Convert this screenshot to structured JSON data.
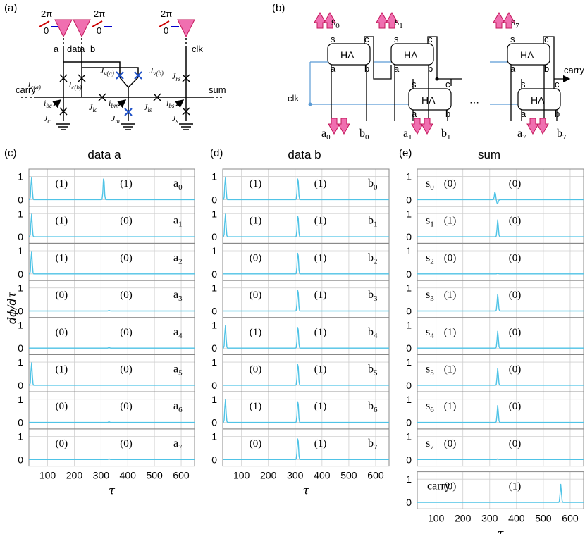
{
  "panel_labels": {
    "a": "(a)",
    "b": "(b)",
    "c": "(c)",
    "d": "(d)",
    "e": "(e)"
  },
  "circuit_a": {
    "two_pi": "2π",
    "zero": "0",
    "input_a": "a",
    "input_data": "data",
    "input_b": "b",
    "clk": "clk",
    "carry": "carry",
    "sum": "sum",
    "junctions": [
      "J",
      "J",
      "J",
      "J",
      "J",
      "J",
      "J",
      "J",
      "J",
      "J"
    ],
    "junction_subs": [
      "c(a)",
      "c(b)",
      "v(a)",
      "v(b)",
      "rs",
      "lc",
      "ls",
      "c",
      "m",
      "s"
    ],
    "currents": [
      "i",
      "i",
      "i"
    ],
    "current_subs": [
      "bc",
      "bm",
      "bs"
    ]
  },
  "circuit_b": {
    "ha_label": "HA",
    "clk": "clk",
    "carry": "carry",
    "ellipsis": "⋯",
    "port_s": "s",
    "port_c": "c",
    "port_a": "a",
    "port_b": "b",
    "outputs": [
      "s",
      "s",
      "s"
    ],
    "output_subs": [
      "0",
      "1",
      "7"
    ],
    "inputs_a": [
      "a",
      "a",
      "a"
    ],
    "inputs_a_subs": [
      "0",
      "1",
      "7"
    ],
    "inputs_b": [
      "b",
      "b",
      "b"
    ],
    "inputs_b_subs": [
      "0",
      "1",
      "7"
    ]
  },
  "ylabel": "dϕ/dτ",
  "xlabel": "τ",
  "colors": {
    "trace": "#4fc3e6",
    "grid": "#d0d0d0",
    "arrow": "#f06fb0"
  },
  "chart_data": [
    {
      "type": "line",
      "title": "data a",
      "xlim": [
        30,
        650
      ],
      "ylim": [
        -0.1,
        1.2
      ],
      "xticks": [
        100,
        200,
        300,
        400,
        500,
        600
      ],
      "yticks": [
        0,
        1
      ],
      "rows": [
        {
          "signal": "a",
          "sub": "0",
          "bits": [
            "(1)",
            "(1)"
          ],
          "pulses": [
            [
              40,
              1.0
            ],
            [
              310,
              1.0
            ]
          ]
        },
        {
          "signal": "a",
          "sub": "1",
          "bits": [
            "(1)",
            "(0)"
          ],
          "pulses": [
            [
              40,
              1.0
            ]
          ]
        },
        {
          "signal": "a",
          "sub": "2",
          "bits": [
            "(1)",
            "(0)"
          ],
          "pulses": [
            [
              40,
              1.0
            ]
          ]
        },
        {
          "signal": "a",
          "sub": "3",
          "bits": [
            "(0)",
            "(0)"
          ],
          "pulses": []
        },
        {
          "signal": "a",
          "sub": "4",
          "bits": [
            "(0)",
            "(0)"
          ],
          "pulses": []
        },
        {
          "signal": "a",
          "sub": "5",
          "bits": [
            "(1)",
            "(0)"
          ],
          "pulses": [
            [
              40,
              1.0
            ]
          ]
        },
        {
          "signal": "a",
          "sub": "6",
          "bits": [
            "(0)",
            "(0)"
          ],
          "pulses": []
        },
        {
          "signal": "a",
          "sub": "7",
          "bits": [
            "(0)",
            "(0)"
          ],
          "pulses": []
        }
      ]
    },
    {
      "type": "line",
      "title": "data b",
      "xlim": [
        30,
        650
      ],
      "ylim": [
        -0.1,
        1.2
      ],
      "xticks": [
        100,
        200,
        300,
        400,
        500,
        600
      ],
      "yticks": [
        0,
        1
      ],
      "rows": [
        {
          "signal": "b",
          "sub": "0",
          "bits": [
            "(1)",
            "(1)"
          ],
          "pulses": [
            [
              40,
              1.0
            ],
            [
              310,
              1.0
            ]
          ]
        },
        {
          "signal": "b",
          "sub": "1",
          "bits": [
            "(1)",
            "(1)"
          ],
          "pulses": [
            [
              40,
              1.0
            ],
            [
              310,
              1.0
            ]
          ]
        },
        {
          "signal": "b",
          "sub": "2",
          "bits": [
            "(0)",
            "(1)"
          ],
          "pulses": [
            [
              310,
              1.0
            ]
          ]
        },
        {
          "signal": "b",
          "sub": "3",
          "bits": [
            "(0)",
            "(1)"
          ],
          "pulses": [
            [
              310,
              1.0
            ]
          ]
        },
        {
          "signal": "b",
          "sub": "4",
          "bits": [
            "(1)",
            "(1)"
          ],
          "pulses": [
            [
              40,
              1.0
            ],
            [
              310,
              1.0
            ]
          ]
        },
        {
          "signal": "b",
          "sub": "5",
          "bits": [
            "(0)",
            "(1)"
          ],
          "pulses": [
            [
              310,
              1.0
            ]
          ]
        },
        {
          "signal": "b",
          "sub": "6",
          "bits": [
            "(1)",
            "(1)"
          ],
          "pulses": [
            [
              40,
              1.0
            ],
            [
              310,
              1.0
            ]
          ]
        },
        {
          "signal": "b",
          "sub": "7",
          "bits": [
            "(0)",
            "(1)"
          ],
          "pulses": [
            [
              310,
              1.0
            ]
          ]
        }
      ]
    },
    {
      "type": "line",
      "title": "sum",
      "xlim": [
        30,
        650
      ],
      "ylim": [
        -0.1,
        1.2
      ],
      "xticks": [
        100,
        200,
        300,
        400,
        500,
        600
      ],
      "yticks": [
        0,
        1
      ],
      "rows": [
        {
          "signal": "s",
          "sub": "0",
          "bits": [
            "(0)",
            "(0)"
          ],
          "pulses": [
            [
              320,
              0.35
            ]
          ]
        },
        {
          "signal": "s",
          "sub": "1",
          "bits": [
            "(1)",
            "(0)"
          ],
          "pulses": [
            [
              330,
              0.75
            ]
          ]
        },
        {
          "signal": "s",
          "sub": "2",
          "bits": [
            "(0)",
            "(0)"
          ],
          "pulses": []
        },
        {
          "signal": "s",
          "sub": "3",
          "bits": [
            "(1)",
            "(0)"
          ],
          "pulses": [
            [
              330,
              0.75
            ]
          ]
        },
        {
          "signal": "s",
          "sub": "4",
          "bits": [
            "(1)",
            "(0)"
          ],
          "pulses": [
            [
              330,
              0.75
            ]
          ]
        },
        {
          "signal": "s",
          "sub": "5",
          "bits": [
            "(1)",
            "(0)"
          ],
          "pulses": [
            [
              330,
              0.75
            ]
          ]
        },
        {
          "signal": "s",
          "sub": "6",
          "bits": [
            "(1)",
            "(0)"
          ],
          "pulses": [
            [
              330,
              0.75
            ]
          ]
        },
        {
          "signal": "s",
          "sub": "7",
          "bits": [
            "(0)",
            "(0)"
          ],
          "pulses": []
        },
        {
          "signal": "carry",
          "sub": "",
          "bits": [
            "(0)",
            "(1)"
          ],
          "pulses": [
            [
              565,
              0.8
            ]
          ]
        }
      ]
    }
  ]
}
